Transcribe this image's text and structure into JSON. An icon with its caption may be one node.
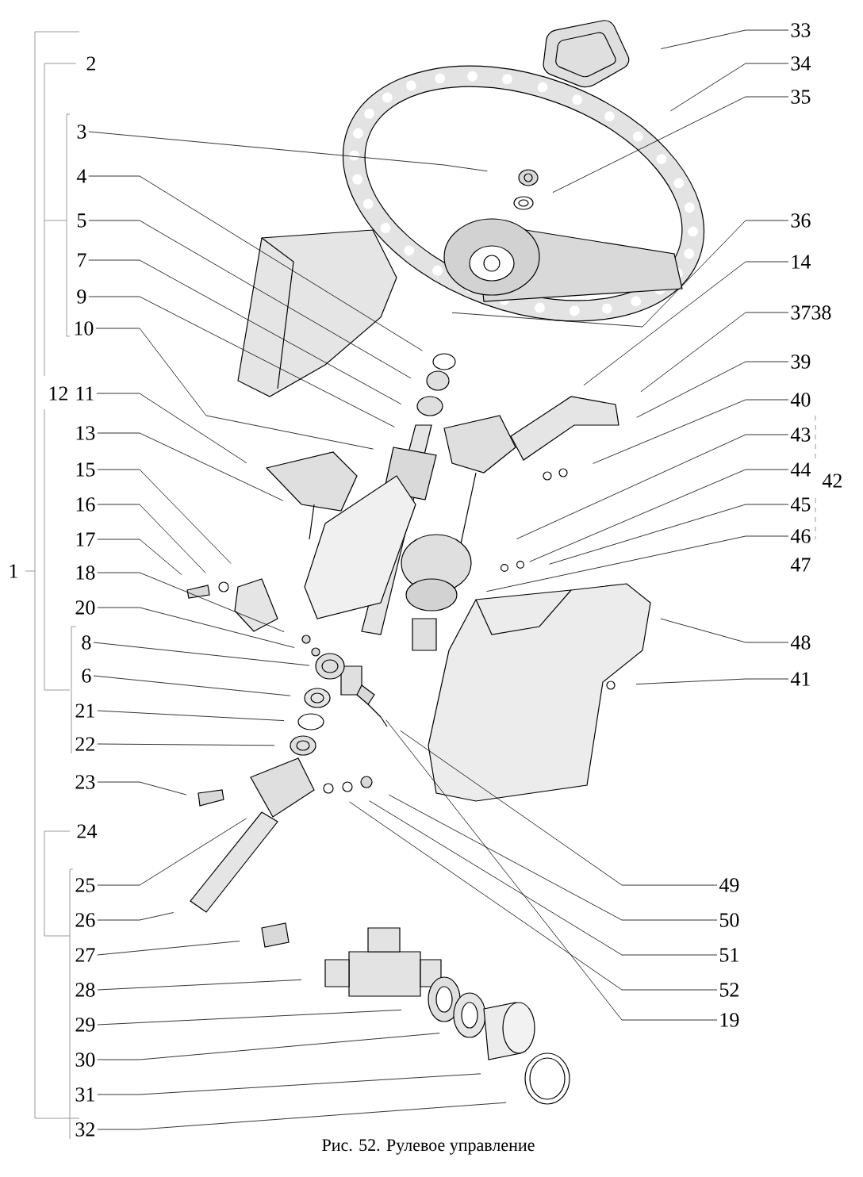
{
  "diagram": {
    "caption": "Рис. 52. Рулевое управление",
    "nodes": [
      {
        "text": [
          "3"
        ]
      },
      {
        "text": [
          "4"
        ]
      },
      {
        "text": [
          "5"
        ]
      },
      {
        "text": [
          "7"
        ]
      },
      {
        "text": [
          "9"
        ]
      },
      {
        "text": [
          "10"
        ]
      },
      {
        "text": [
          "11"
        ]
      },
      {
        "text": [
          "13"
        ]
      },
      {
        "text": [
          "15"
        ]
      },
      {
        "text": [
          "16"
        ]
      },
      {
        "text": [
          "17"
        ]
      },
      {
        "text": [
          "18"
        ]
      },
      {
        "text": [
          "20"
        ]
      },
      {
        "text": [
          "8"
        ]
      },
      {
        "text": [
          "6"
        ]
      },
      {
        "text": [
          "21"
        ]
      },
      {
        "text": [
          "22"
        ]
      },
      {
        "text": [
          "23"
        ]
      },
      {
        "text": [
          "25"
        ]
      },
      {
        "text": [
          "26"
        ]
      },
      {
        "text": [
          "27"
        ]
      },
      {
        "text": [
          "28"
        ]
      },
      {
        "text": [
          "29"
        ]
      },
      {
        "text": [
          "30"
        ]
      },
      {
        "text": [
          "31"
        ]
      },
      {
        "text": [
          "32"
        ]
      },
      {
        "text": [
          "33"
        ]
      },
      {
        "text": [
          "34"
        ]
      },
      {
        "text": [
          "35"
        ]
      },
      {
        "text": [
          "36"
        ]
      },
      {
        "text": [
          "14"
        ]
      },
      {
        "text": [
          "3738"
        ]
      },
      {
        "text": [
          "39"
        ]
      },
      {
        "text": [
          "40"
        ]
      },
      {
        "text": [
          "43"
        ]
      },
      {
        "text": [
          "44"
        ]
      },
      {
        "text": [
          "45"
        ]
      },
      {
        "text": [
          "46"
        ]
      },
      {
        "text": [
          "48"
        ]
      },
      {
        "text": [
          "41"
        ]
      },
      {
        "text": [
          "49"
        ]
      },
      {
        "text": [
          "50"
        ]
      },
      {
        "text": [
          "51"
        ]
      },
      {
        "text": [
          "52"
        ]
      },
      {
        "text": [
          "19"
        ]
      }
    ],
    "edges": [
      {
        "from": 0,
        "to": null,
        "arrow": "none"
      },
      {
        "from": 1,
        "to": null,
        "arrow": "none"
      },
      {
        "from": 2,
        "to": null,
        "arrow": "none"
      },
      {
        "from": 3,
        "to": null,
        "arrow": "none"
      },
      {
        "from": 4,
        "to": null,
        "arrow": "none"
      },
      {
        "from": 5,
        "to": null,
        "arrow": "none"
      },
      {
        "from": 6,
        "to": null,
        "arrow": "none"
      },
      {
        "from": 7,
        "to": null,
        "arrow": "none"
      },
      {
        "from": 8,
        "to": null,
        "arrow": "none"
      },
      {
        "from": 9,
        "to": null,
        "arrow": "none"
      },
      {
        "from": 10,
        "to": null,
        "arrow": "none"
      },
      {
        "from": 11,
        "to": null,
        "arrow": "none"
      },
      {
        "from": 12,
        "to": null,
        "arrow": "none"
      },
      {
        "from": 13,
        "to": null,
        "arrow": "none"
      },
      {
        "from": 14,
        "to": null,
        "arrow": "none"
      },
      {
        "from": 15,
        "to": null,
        "arrow": "none"
      },
      {
        "from": 16,
        "to": null,
        "arrow": "none"
      },
      {
        "from": 17,
        "to": null,
        "arrow": "none"
      },
      {
        "from": 18,
        "to": null,
        "arrow": "none"
      },
      {
        "from": 19,
        "to": null,
        "arrow": "none"
      },
      {
        "from": 20,
        "to": null,
        "arrow": "none"
      },
      {
        "from": 21,
        "to": null,
        "arrow": "none"
      },
      {
        "from": 22,
        "to": null,
        "arrow": "none"
      },
      {
        "from": 23,
        "to": null,
        "arrow": "none"
      },
      {
        "from": 24,
        "to": null,
        "arrow": "none"
      },
      {
        "from": 25,
        "to": null,
        "arrow": "none"
      },
      {
        "from": 26,
        "to": null,
        "arrow": "none"
      },
      {
        "from": 27,
        "to": null,
        "arrow": "none"
      },
      {
        "from": 28,
        "to": null,
        "arrow": "none"
      },
      {
        "from": 29,
        "to": null,
        "arrow": "none"
      },
      {
        "from": 30,
        "to": null,
        "arrow": "none"
      },
      {
        "from": 31,
        "to": null,
        "arrow": "none"
      },
      {
        "from": 32,
        "to": null,
        "arrow": "none"
      },
      {
        "from": 33,
        "to": null,
        "arrow": "none"
      },
      {
        "from": 34,
        "to": null,
        "arrow": "none"
      },
      {
        "from": 35,
        "to": null,
        "arrow": "none"
      },
      {
        "from": 36,
        "to": null,
        "arrow": "none"
      },
      {
        "from": 37,
        "to": null,
        "arrow": "none"
      },
      {
        "from": 38,
        "to": null,
        "arrow": "none"
      },
      {
        "from": 39,
        "to": null,
        "arrow": "none"
      },
      {
        "from": 40,
        "to": null,
        "arrow": "none"
      },
      {
        "from": 41,
        "to": null,
        "arrow": "none"
      },
      {
        "from": 42,
        "to": null,
        "arrow": "none"
      },
      {
        "from": 43,
        "to": null,
        "arrow": "none"
      },
      {
        "from": 44,
        "to": null,
        "arrow": "none"
      }
    ],
    "labels": [
      "2",
      "12",
      "42",
      "47",
      "1",
      "24"
    ]
  }
}
